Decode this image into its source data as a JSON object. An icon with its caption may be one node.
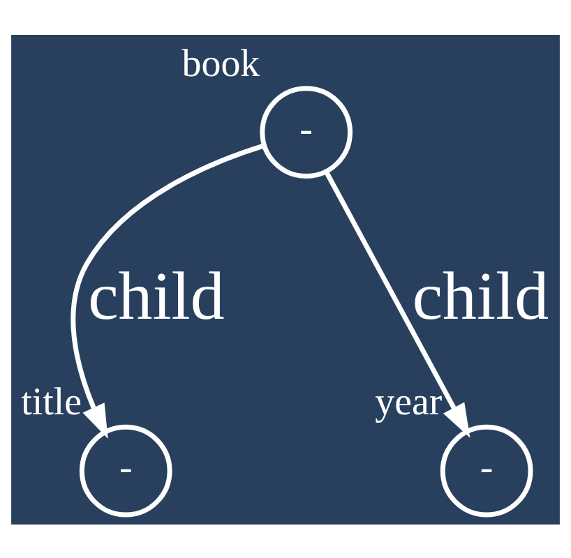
{
  "diagram": {
    "nodes": [
      {
        "text": [
          "book",
          "-"
        ]
      },
      {
        "text": [
          "title",
          "-"
        ]
      },
      {
        "text": [
          "year",
          "-"
        ]
      }
    ],
    "edges": [
      {
        "from": 0,
        "to": 1,
        "arrow": "to",
        "label": "child"
      },
      {
        "from": 0,
        "to": 2,
        "arrow": "to",
        "label": "child"
      }
    ]
  }
}
